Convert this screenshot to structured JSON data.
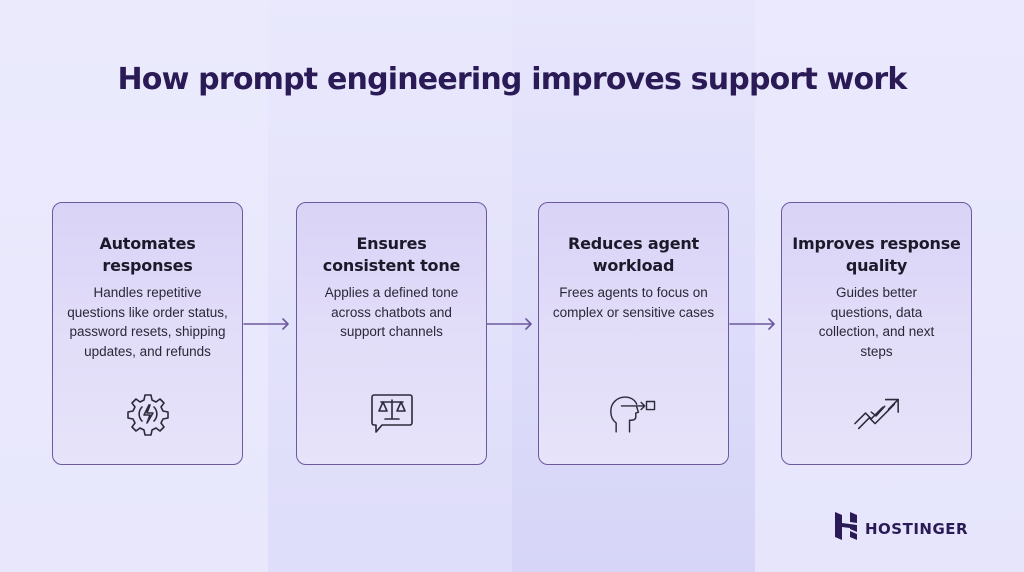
{
  "title": "How prompt engineering improves support work",
  "colors": {
    "title": "#2a1a55",
    "card_border": "#6d5a9c",
    "card_fill": "#dcd6f8",
    "arrow": "#6d5a9c",
    "background": "#e8e7fc"
  },
  "cards": [
    {
      "title": "Automates responses",
      "description": "Handles repetitive questions like order status, password resets, shipping updates, and refunds",
      "icon": "gear-lightning-icon"
    },
    {
      "title": "Ensures consistent tone",
      "description": "Applies a defined tone across chatbots and support channels",
      "icon": "balance-scale-speech-bubble-icon"
    },
    {
      "title": "Reduces agent workload",
      "description": "Frees agents to focus on complex or sensitive cases",
      "icon": "head-focus-arrow-icon"
    },
    {
      "title": "Improves response quality",
      "description": "Guides better questions, data collection, and next steps",
      "icon": "trending-up-arrows-icon"
    }
  ],
  "connectors": [
    "arrow-right",
    "arrow-right",
    "arrow-right"
  ],
  "brand": {
    "name": "HOSTINGER",
    "icon": "hostinger-h-logo-icon"
  }
}
